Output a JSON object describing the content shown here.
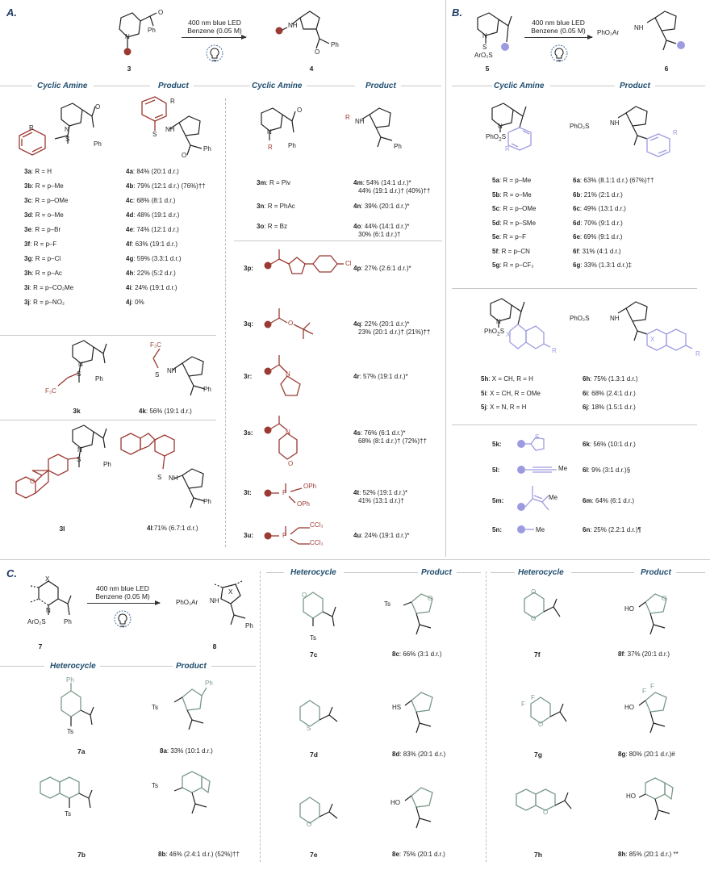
{
  "panelA": {
    "letter": "A.",
    "scheme": {
      "conditions_line1": "400 nm blue LED",
      "conditions_line2": "Benzene (0.05 M)",
      "reactant": "3",
      "product": "4"
    },
    "col_headers": {
      "cyclic_amine": "Cyclic Amine",
      "product": "Product"
    },
    "rows_left": [
      {
        "sm": "3a",
        "sm_r": ": R = H",
        "pr": "4a",
        "pr_y": ": 84% (20:1 d.r.)"
      },
      {
        "sm": "3b",
        "sm_r": ": R = p–Me",
        "pr": "4b",
        "pr_y": ": 79% (12:1 d.r.) (76%)††"
      },
      {
        "sm": "3c",
        "sm_r": ": R = p–OMe",
        "pr": "4c",
        "pr_y": ": 68% (8:1 d.r.)"
      },
      {
        "sm": "3d",
        "sm_r": ": R = o–Me",
        "pr": "4d",
        "pr_y": ": 48% (19:1 d.r.)"
      },
      {
        "sm": "3e",
        "sm_r": ": R = p–Br",
        "pr": "4e",
        "pr_y": ": 74% (12:1 d.r.)"
      },
      {
        "sm": "3f",
        "sm_r": ": R = p–F",
        "pr": "4f",
        "pr_y": ": 63% (19:1 d.r.)"
      },
      {
        "sm": "3g",
        "sm_r": ": R = p–Cl",
        "pr": "4g",
        "pr_y": ": 59% (3.3:1 d.r.)"
      },
      {
        "sm": "3h",
        "sm_r": ": R = p–Ac",
        "pr": "4h",
        "pr_y": ": 22% (5:2 d.r.)"
      },
      {
        "sm": "3i",
        "sm_r": ": R = p–CO₂Me",
        "pr": "4i",
        "pr_y": ": 24% (19:1 d.r.)"
      },
      {
        "sm": "3j",
        "sm_r": ": R = p–NO₂",
        "pr": "4j",
        "pr_y": ": 0%"
      }
    ],
    "k": {
      "sm": "3k",
      "pr": "4k",
      "pr_y": ": 56% (19:1 d.r.)"
    },
    "l": {
      "sm": "3l",
      "pr": "4l",
      "pr_y": ":71% (6.7:1 d.r.)"
    },
    "rows_right_top": [
      {
        "sm": "3m",
        "sm_r": ": R = Piv",
        "pr": "4m",
        "pr_y": ": 54% (14:1 d.r.)*",
        "pr_y2": "44% (19:1 d.r.)† (40%)††"
      },
      {
        "sm": "3n",
        "sm_r": ": R = PhAc",
        "pr": "4n",
        "pr_y": ": 39% (20:1 d.r.)*",
        "pr_y2": ""
      },
      {
        "sm": "3o",
        "sm_r": ": R = Bz",
        "pr": "4o",
        "pr_y": ": 44% (14:1 d.r.)*",
        "pr_y2": "30% (6:1 d.r.)†"
      }
    ],
    "rows_right_bottom": [
      {
        "sm": "3p:",
        "pr": "4p",
        "pr_y": ": 27% (2.6:1 d.r.)*",
        "pr_y2": ""
      },
      {
        "sm": "3q:",
        "pr": "4q",
        "pr_y": ": 22% (20:1 d.r.)*",
        "pr_y2": "23% (20:1 d.r.)† (21%)††"
      },
      {
        "sm": "3r:",
        "pr": "4r",
        "pr_y": ": 57% (19:1 d.r.)*",
        "pr_y2": ""
      },
      {
        "sm": "3s:",
        "pr": "4s",
        "pr_y": ": 76% (6:1 d.r.)*",
        "pr_y2": "68% (8:1 d.r.)† (72%)††"
      },
      {
        "sm": "3t:",
        "pr": "4t",
        "pr_y": ": 52% (19:1 d.r.)*",
        "pr_y2": "41% (13:1 d.r.)†"
      },
      {
        "sm": "3u:",
        "pr": "4u",
        "pr_y": ": 24% (19:1 d.r.)*",
        "pr_y2": ""
      }
    ],
    "struct_labels": {
      "R": "R",
      "N": "N",
      "S": "S",
      "O": "O",
      "Ph": "Ph",
      "H": "H",
      "CF3": "F₃C",
      "CF3b": "CF₃",
      "Cl": "Cl",
      "OPh": "OPh",
      "CCl3": "CCl₃"
    }
  },
  "panelB": {
    "letter": "B.",
    "scheme": {
      "conditions_line1": "400 nm blue LED",
      "conditions_line2": "Benzene (0.05 M)",
      "reactant": "5",
      "product": "6",
      "ar": "ArO₂S",
      "phar": "PhO₂Ar"
    },
    "col_headers": {
      "cyclic_amine": "Cyclic Amine",
      "product": "Product"
    },
    "rows_a": [
      {
        "sm": "5a",
        "sm_r": ": R = p–Me",
        "pr": "6a",
        "pr_y": ": 63% (8.1:1 d.r.) (67%)††"
      },
      {
        "sm": "5b",
        "sm_r": ": R = o–Me",
        "pr": "6b",
        "pr_y": ": 21% (2:1 d.r.)"
      },
      {
        "sm": "5c",
        "sm_r": ": R = p–OMe",
        "pr": "6c",
        "pr_y": ": 49% (13:1 d.r.)"
      },
      {
        "sm": "5d",
        "sm_r": ": R = p–SMe",
        "pr": "6d",
        "pr_y": ": 70% (9:1 d.r.)"
      },
      {
        "sm": "5e",
        "sm_r": ": R = p–F",
        "pr": "6e",
        "pr_y": ": 69% (9:1 d.r.)"
      },
      {
        "sm": "5f",
        "sm_r": ": R = p–CN",
        "pr": "6f",
        "pr_y": ": 31% (4:1 d.r.)"
      },
      {
        "sm": "5g",
        "sm_r": ": R = p–CF₃",
        "pr": "6g",
        "pr_y": ": 33% (1.3:1 d.r.)‡"
      }
    ],
    "rows_b": [
      {
        "sm": "5h",
        "sm_r": ": X = CH, R = H",
        "pr": "6h",
        "pr_y": ": 75% (1.3:1 d.r.)"
      },
      {
        "sm": "5i",
        "sm_r": ": X = CH, R = OMe",
        "pr": "6i",
        "pr_y": ": 68% (2.4:1 d.r.)"
      },
      {
        "sm": "5j",
        "sm_r": ": X = N, R = H",
        "pr": "6j",
        "pr_y": ": 18% (1.5:1 d.r.)"
      }
    ],
    "rows_c": [
      {
        "sm": "5k:",
        "pr": "6k",
        "pr_y": ": 56% (10:1 d.r.)",
        "sub": ""
      },
      {
        "sm": "5l:",
        "pr": "6l",
        "pr_y": ": 9% (3:1 d.r.)§",
        "sub": "Me"
      },
      {
        "sm": "5m:",
        "pr": "6m",
        "pr_y": ": 64% (6:1 d.r.)",
        "sub": "Me"
      },
      {
        "sm": "5n:",
        "pr": "6n",
        "pr_y": ": 25% (2.2:1 d.r.)¶",
        "sub": "Me"
      }
    ],
    "struct_labels": {
      "PhO2S": "PhO₂S",
      "X": "X",
      "R": "R"
    }
  },
  "panelC": {
    "letter": "C.",
    "scheme": {
      "conditions_line1": "400 nm blue LED",
      "conditions_line2": "Benzene (0.05 M)",
      "reactant": "7",
      "product": "8",
      "x": "X",
      "ar": "ArO₂S",
      "phar": "PhO₂Ar"
    },
    "col_headers": {
      "heterocycle": "Heterocycle",
      "product": "Product"
    },
    "items": [
      {
        "sm": "7a",
        "pr": "8a",
        "pr_y": ": 33% (10:1 d.r.)"
      },
      {
        "sm": "7b",
        "pr": "8b",
        "pr_y": ": 46% (2.4:1 d.r.) (52%)††"
      },
      {
        "sm": "7c",
        "pr": "8c",
        "pr_y": ": 66% (3:1 d.r.)"
      },
      {
        "sm": "7d",
        "pr": "8d",
        "pr_y": ": 83% (20:1 d.r.)"
      },
      {
        "sm": "7e",
        "pr": "8e",
        "pr_y": ": 75% (20:1 d.r.)"
      },
      {
        "sm": "7f",
        "pr": "8f",
        "pr_y": ": 37% (20:1 d.r.)"
      },
      {
        "sm": "7g",
        "pr": "8g",
        "pr_y": ": 80% (20:1 d.r.)#"
      },
      {
        "sm": "7h",
        "pr": "8h",
        "pr_y": ": 85% (20:1 d.r.) **"
      }
    ],
    "struct_labels": {
      "Ts": "Ts",
      "HO": "HO",
      "HS": "HS",
      "F": "F",
      "S": "S"
    }
  },
  "colors": {
    "red": "#9b3a32",
    "lavender": "#9d9be0",
    "green": "#7a9a8a",
    "heading": "#1f4d6e",
    "letter": "#1f3b66"
  }
}
